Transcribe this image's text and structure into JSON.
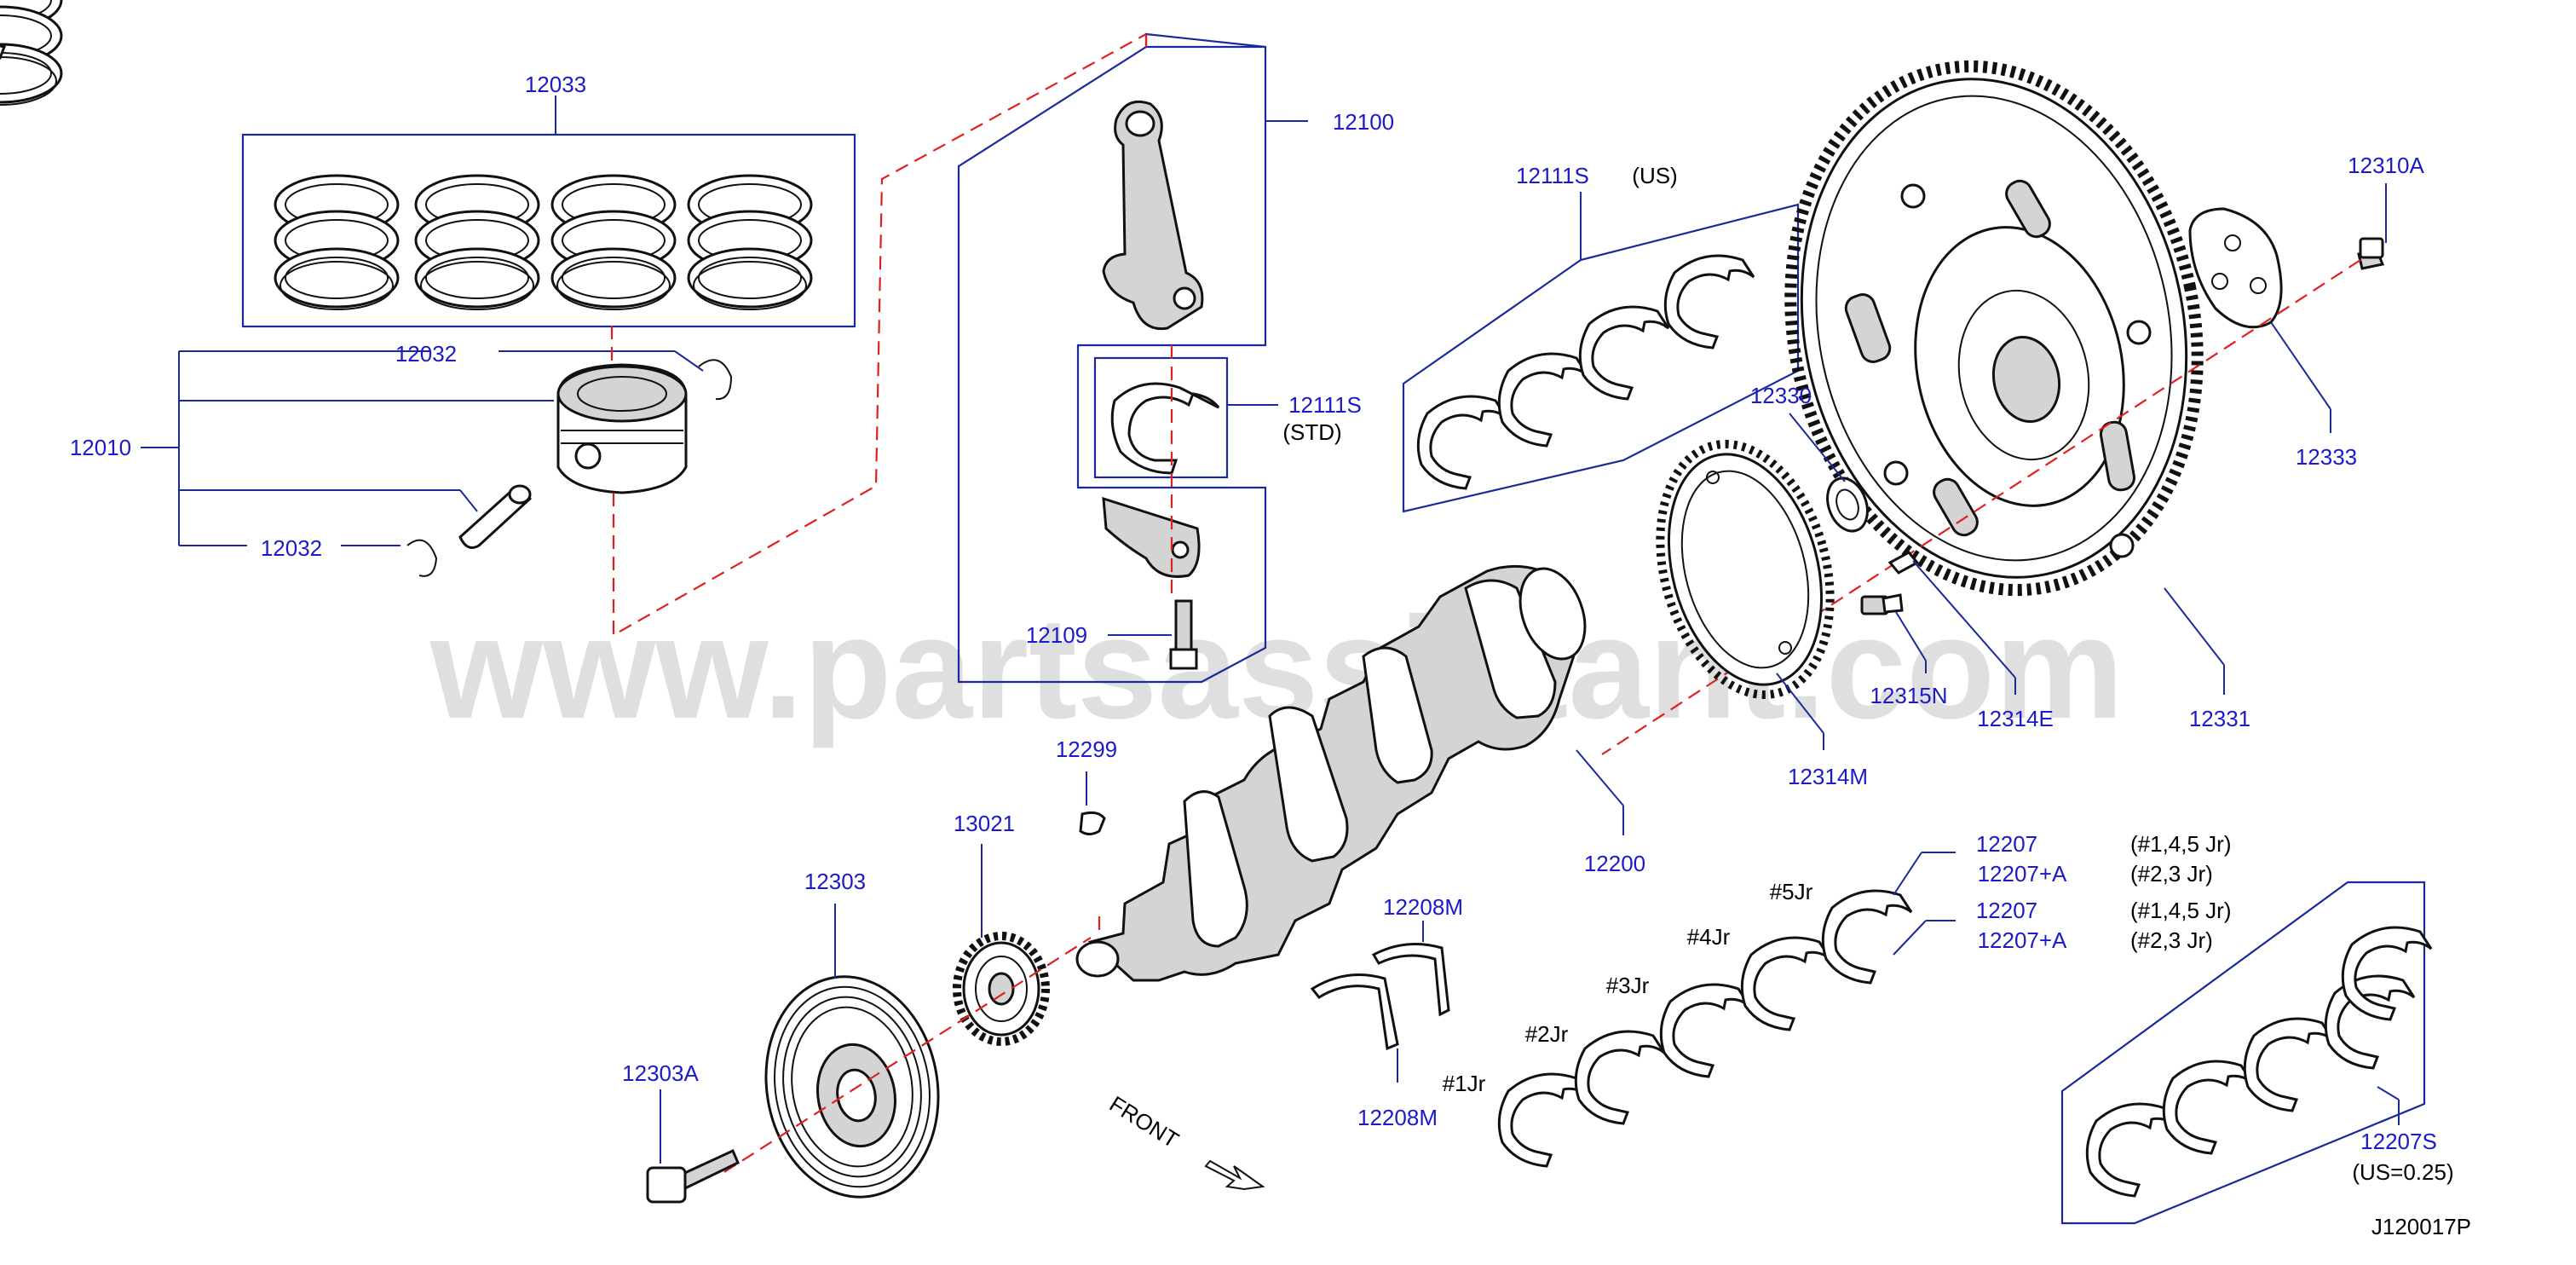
{
  "watermark": "www.partsassistant.com",
  "diagram_code": "J120017P",
  "front_label": "FRONT",
  "callouts": {
    "c12033": "12033",
    "c12032a": "12032",
    "c12032b": "12032",
    "c12010": "12010",
    "c12100": "12100",
    "c12111s_std": "12111S",
    "std": "(STD)",
    "c12109": "12109",
    "c12111s_us": "12111S",
    "us": "(US)",
    "c12330": "12330",
    "c12310a": "12310A",
    "c12333": "12333",
    "c12315n": "12315N",
    "c12314e": "12314E",
    "c12331": "12331",
    "c12314m": "12314M",
    "c12200": "12200",
    "c12299": "12299",
    "c13021": "13021",
    "c12303": "12303",
    "c12303a": "12303A",
    "c12208m_a": "12208M",
    "c12208m_b": "12208M",
    "c12207a": "12207",
    "c12207a_plus": "12207+A",
    "c12207b": "12207",
    "c12207b_plus": "12207+A",
    "c12207s": "12207S",
    "us025": "(US=0.25)"
  },
  "journal_labels": {
    "j1": "#1Jr",
    "j2": "#2Jr",
    "j3": "#3Jr",
    "j4": "#4Jr",
    "j5": "#5Jr"
  },
  "journal_notes": {
    "n1": "(#1,4,5   Jr)",
    "n2": "(#2,3   Jr)",
    "n3": "(#1,4,5   Jr)",
    "n4": "(#2,3   Jr)"
  }
}
